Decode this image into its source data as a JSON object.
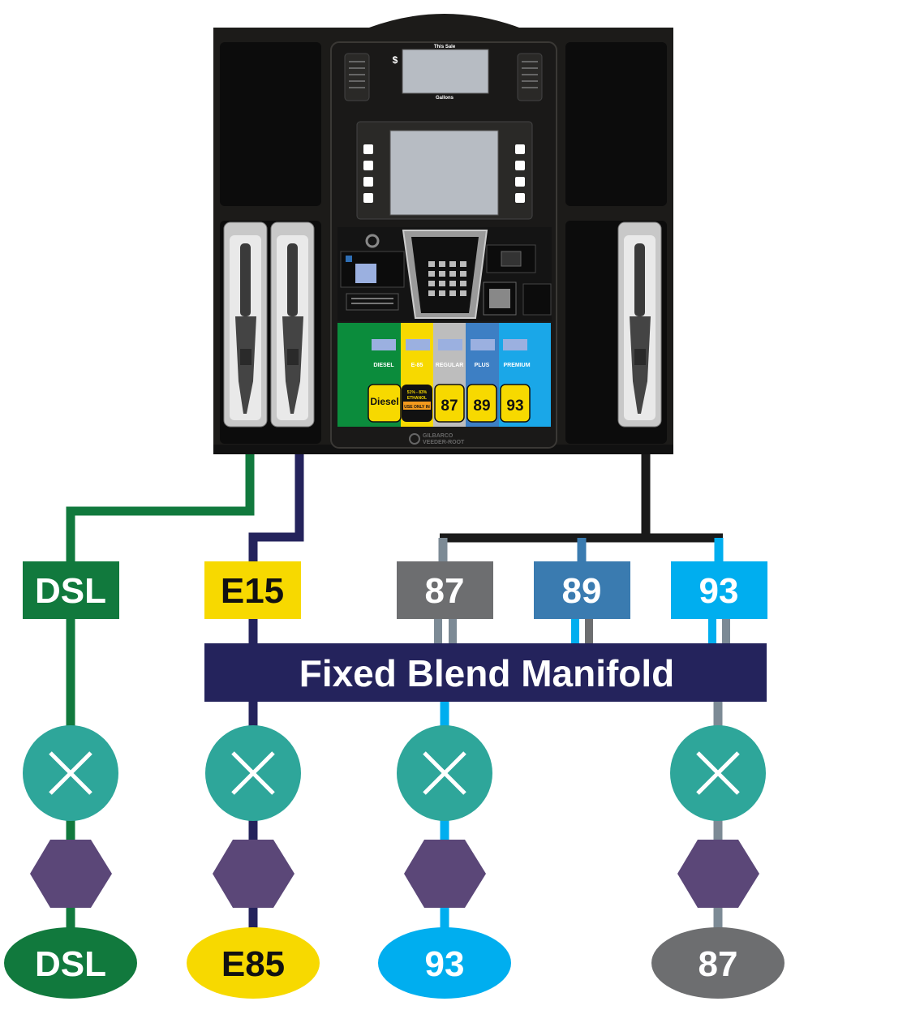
{
  "dispenser": {
    "display_top_label": "This Sale",
    "display_bottom_label": "Gallons",
    "currency_symbol": "$",
    "brand_line1": "GILBARCO",
    "brand_line2": "VEEDER-ROOT",
    "grades": [
      {
        "name": "DIESEL",
        "button": "Diesel",
        "color": "#0b8c3c"
      },
      {
        "name": "E-85",
        "button": "",
        "line1": "51% - 83%",
        "line2": "ETHANOL",
        "line3": "USE ONLY IN",
        "color": "#f7d900"
      },
      {
        "name": "REGULAR",
        "button": "87",
        "color": "#bdbdbd"
      },
      {
        "name": "PLUS",
        "button": "89",
        "color": "#3d7fc4"
      },
      {
        "name": "PREMIUM",
        "button": "93",
        "color": "#1aa7e8"
      }
    ]
  },
  "tanks": [
    {
      "label": "DSL",
      "color": "#11793d"
    },
    {
      "label": "E15",
      "color": "#f7d900"
    },
    {
      "label": "87",
      "color": "#6d6e70"
    },
    {
      "label": "89",
      "color": "#3a7bb0"
    },
    {
      "label": "93",
      "color": "#00aeef"
    }
  ],
  "manifold": {
    "label": "Fixed Blend Manifold",
    "color": "#24235c"
  },
  "outputs": [
    {
      "label": "DSL",
      "color": "#11793d"
    },
    {
      "label": "E85",
      "color": "#f7d900"
    },
    {
      "label": "93",
      "color": "#00aeef"
    },
    {
      "label": "87",
      "color": "#6d6e70"
    }
  ],
  "icons": {
    "valve": "valve-x-icon",
    "filter": "hexagon-filter-icon",
    "nozzle": "fuel-nozzle-icon"
  },
  "colors": {
    "teal": "#2ea69a",
    "purple": "#5b4778",
    "navy": "#24235c",
    "green": "#11793d",
    "black": "#1a1a1a",
    "lightblue": "#00aeef",
    "gray": "#7c8a95",
    "darkgray": "#6d6e70"
  }
}
